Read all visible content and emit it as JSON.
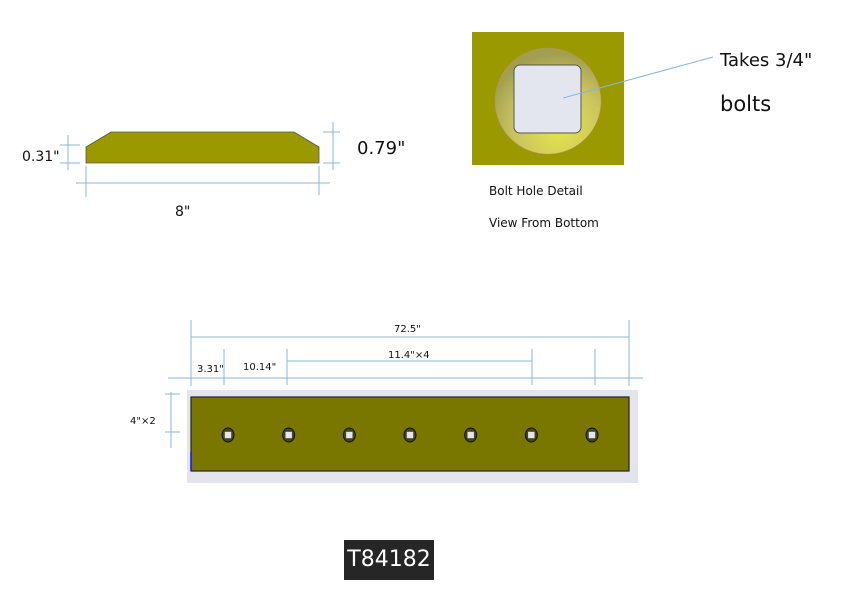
{
  "side_view": {
    "thickness_edge": "0.31\"",
    "thickness_total": "0.79\"",
    "width": "8\""
  },
  "bolt_detail": {
    "callout_line1": "Takes 3/4\"",
    "callout_line2": "bolts",
    "caption_line1": "Bolt Hole Detail",
    "caption_line2": "View From Bottom"
  },
  "plan_view": {
    "overall_length": "72.5\"",
    "end_offset": "3.31\"",
    "first_spacing": "10.14\"",
    "repeat_spacing": "11.4\"×4",
    "hole_offset": "4\"×2",
    "hole_count": 7
  },
  "part_number": "T84182",
  "colors": {
    "blade": "#7a7700",
    "blade_side": "#9b9900",
    "dimension": "#8ab4dc",
    "label_bg": "#262626"
  }
}
